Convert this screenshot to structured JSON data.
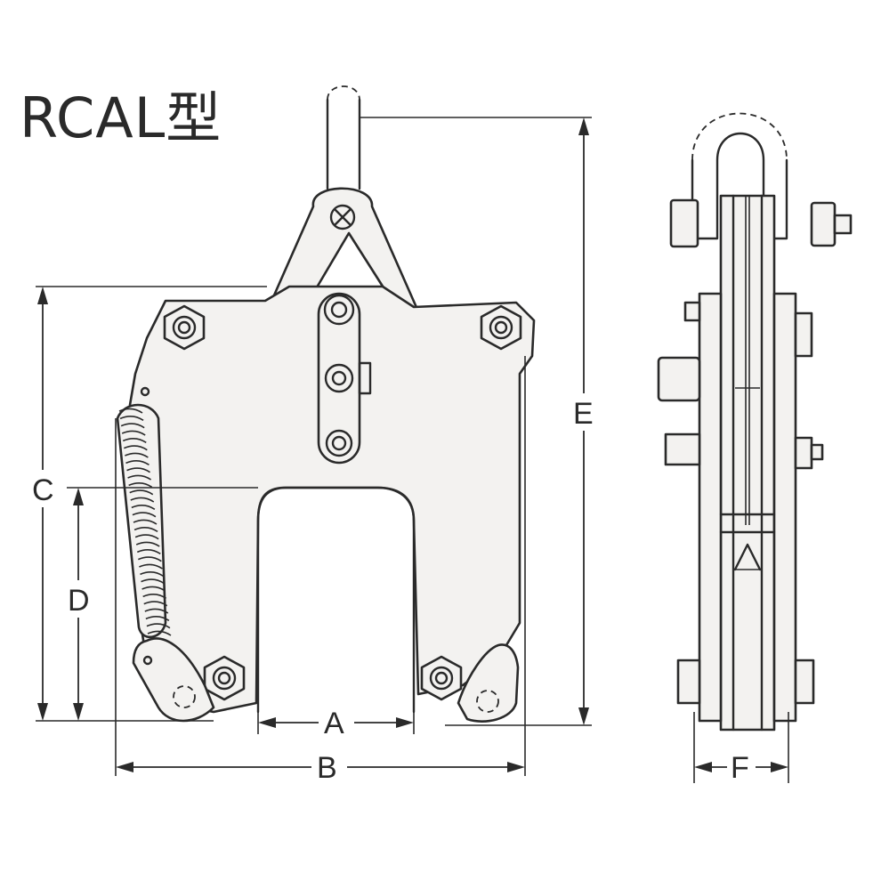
{
  "title": "RCAL型",
  "dimensions": {
    "A": "A",
    "B": "B",
    "C": "C",
    "D": "D",
    "E": "E",
    "F": "F"
  },
  "colors": {
    "line": "#2a2a2a",
    "body_fill": "#f3f2f0",
    "background": "#ffffff"
  }
}
